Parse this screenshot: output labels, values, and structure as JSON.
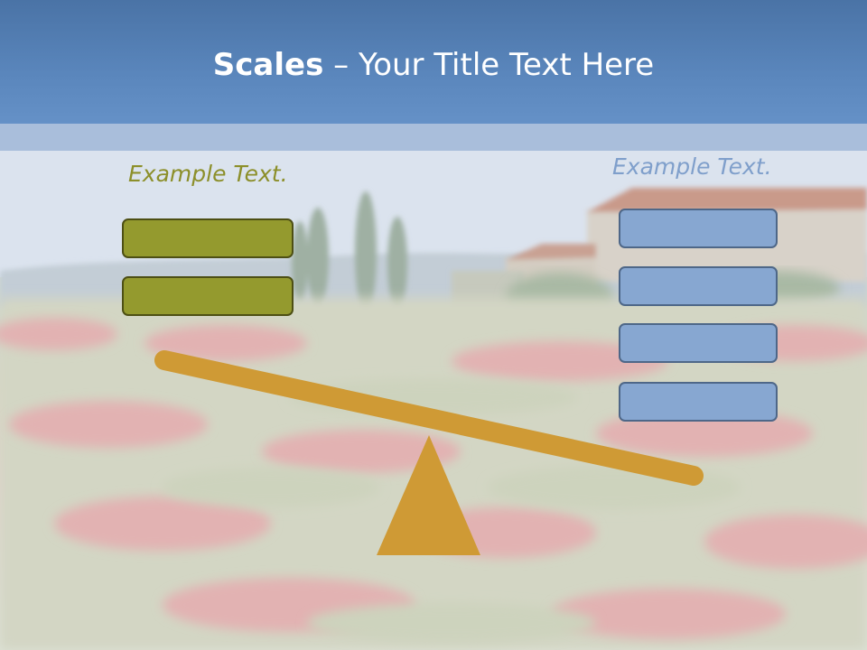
{
  "slide": {
    "title_bold": "Scales",
    "title_rest": " – Your Title Text Here",
    "left_label": "Example Text.",
    "right_label": "Example Text."
  },
  "colors": {
    "title_bar": "#5a86bc",
    "olive_box": "#949a2e",
    "blue_box": "#87a7d1",
    "seesaw": "#cf9a35"
  },
  "seesaw": {
    "tilt": "left-side-up"
  }
}
